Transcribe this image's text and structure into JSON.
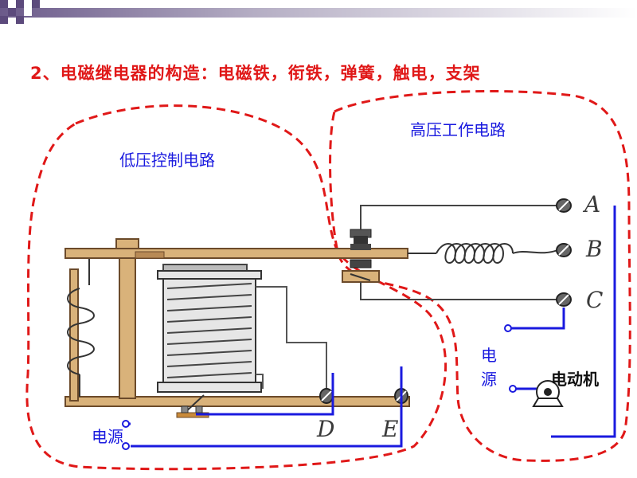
{
  "slide": {
    "title": "2、电磁继电器的构造：电磁铁，衔铁，弹簧，触电，支架"
  },
  "labels": {
    "low_voltage_circuit": "低压控制电路",
    "high_voltage_circuit": "高压工作电路",
    "power_left": "电源",
    "power_right_line1": "电",
    "power_right_line2": "源",
    "motor": "电动机"
  },
  "terminals": {
    "A": "A",
    "B": "B",
    "C": "C",
    "D": "D",
    "E": "E"
  },
  "colors": {
    "title": "#e01818",
    "dashed_boundary": "#e01818",
    "wire": "#1a1adf",
    "wood": "#d9b27a",
    "coil": "#e6e6e6"
  }
}
